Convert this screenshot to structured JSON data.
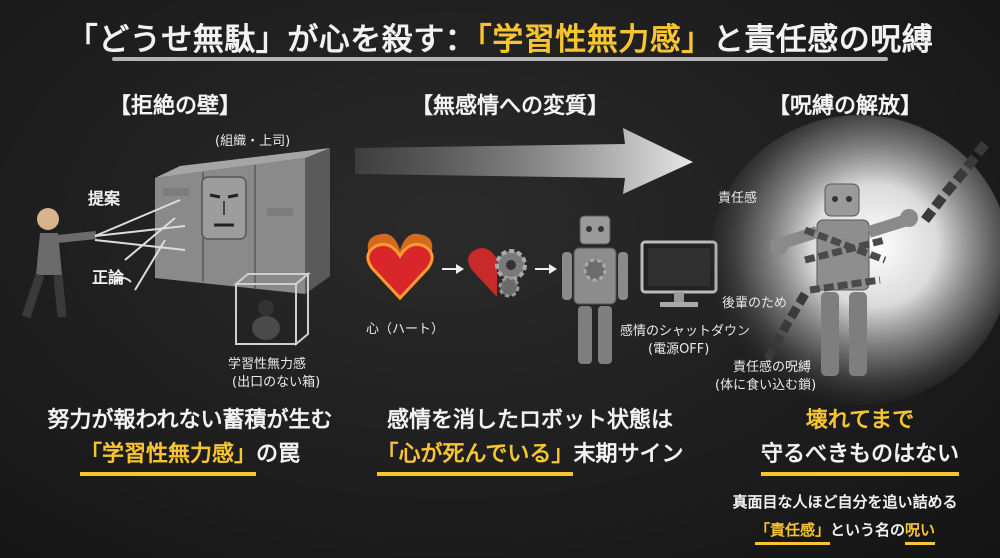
{
  "title": {
    "part1": "「どうせ無駄」が心を殺す：",
    "highlight": "「学習性無力感」",
    "part2": "と責任感の呪縛"
  },
  "sections": {
    "left_label": "【拒絶の壁】",
    "middle_label": "【無感情への変質】",
    "right_label": "【呪縛の解放】"
  },
  "left": {
    "org": "(組織・上司)",
    "proposal": "提案",
    "argument": "正論",
    "box_label_1": "学習性無力感",
    "box_label_2": "(出口のない箱)",
    "caption_line1": "努力が報われない蓄積が生む",
    "caption_hl": "「学習性無力感」",
    "caption_tail": "の罠"
  },
  "middle": {
    "heart": "心（ハート）",
    "shutdown_1": "感情のシャットダウン",
    "shutdown_2": "(電源OFF)",
    "caption_line1": "感情を消したロボット状態は",
    "caption_hl": "「心が死んでいる」",
    "caption_tail": "末期サイン"
  },
  "right": {
    "responsibility": "責任感",
    "juniors": "後輩のため",
    "curse_1": "責任感の呪縛",
    "curse_2": "(体に食い込む鎖)",
    "caption_line1": "壊れてまで",
    "caption_line2": "守るべきものはない",
    "note_line1": "真面目な人ほど自分を追い詰める",
    "note_hl": "「責任感」",
    "note_mid": "という名の",
    "note_hl2": "呪い"
  },
  "colors": {
    "accent": "#f6c531",
    "background": "#1c1c1c"
  }
}
